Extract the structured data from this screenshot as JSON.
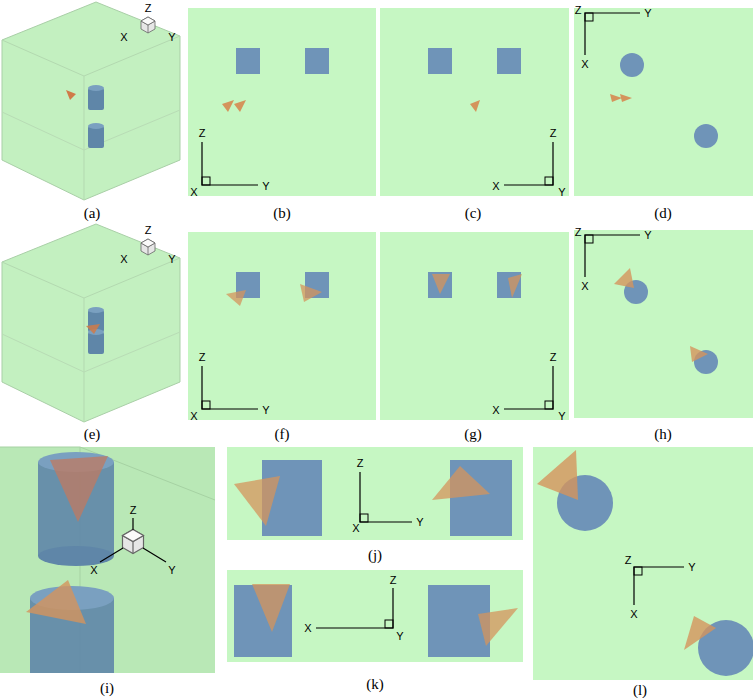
{
  "diagram": {
    "labels": [
      "(a)",
      "Z",
      "X",
      "Y",
      "(b)",
      "Z",
      "X",
      "Y",
      "(c)",
      "Z",
      "X",
      "Y",
      "(d)",
      "Z",
      "Y",
      "X",
      "(e)",
      "Z",
      "X",
      "Y",
      "(f)",
      "Z",
      "X",
      "Y",
      "(g)",
      "Z",
      "X",
      "Y",
      "(h)",
      "Z",
      "Y",
      "X",
      "(i)",
      "Z",
      "X",
      "Y",
      "(j)",
      "Z",
      "X",
      "Y",
      "(k)",
      "Z",
      "X",
      "Y",
      "(l)",
      "Z",
      "Y",
      "X"
    ]
  }
}
